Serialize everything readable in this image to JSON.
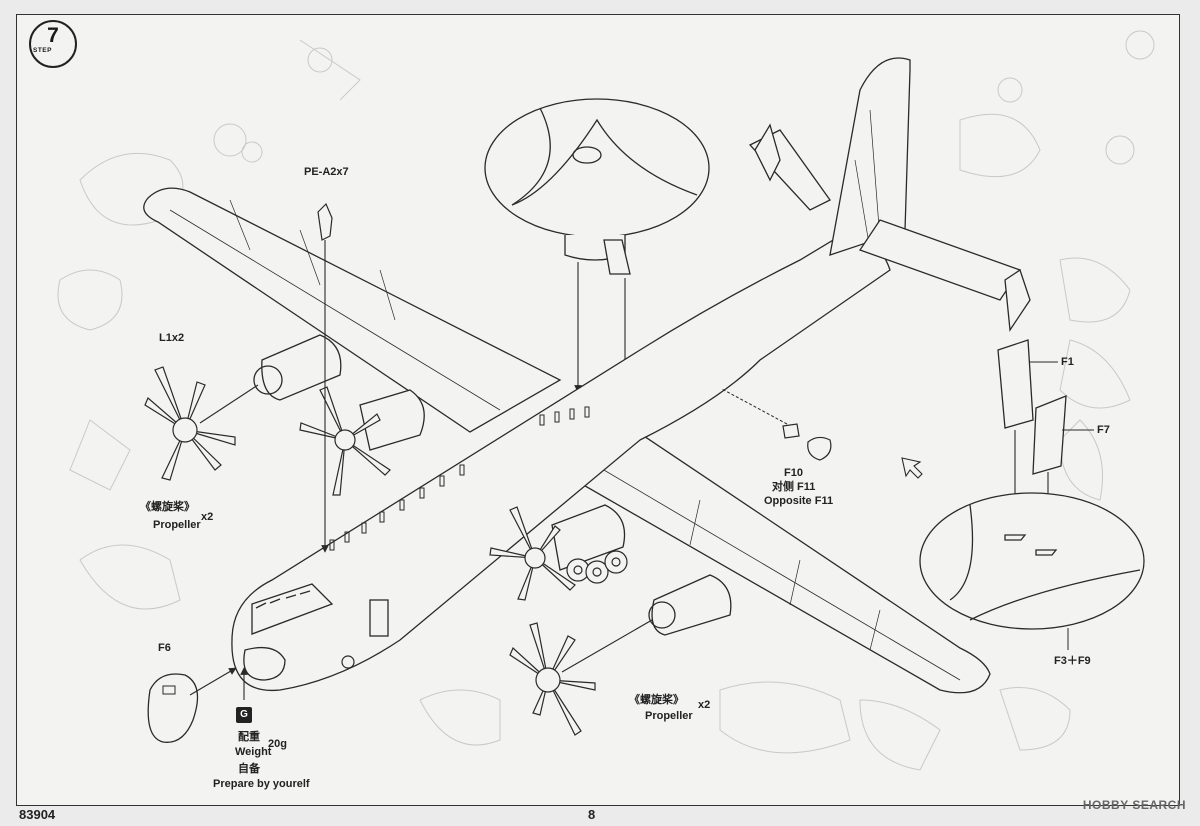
{
  "step": {
    "number": "7",
    "word": "STEP"
  },
  "footer": {
    "code": "83904",
    "page": "8"
  },
  "watermark": "HOBBY SEARCH",
  "labels": {
    "pe_a2": "PE-A2x7",
    "l1": "L1x2",
    "prop_left_cn": "《螺旋桨》",
    "prop_left_qty": "x2",
    "prop_left_en": "Propeller",
    "prop_bottom_cn": "《螺旋桨》",
    "prop_bottom_qty": "x2",
    "prop_bottom_en": "Propeller",
    "f6": "F6",
    "weight_icon": "G",
    "weight_cn": "配重",
    "weight_amount": "20g",
    "weight_en": "Weight",
    "prepare_cn": "自备",
    "prepare_en": "Prepare by yourelf",
    "f10": "F10",
    "f11_cn": "对侧 F11",
    "f11_en": "Opposite F11",
    "f1": "F1",
    "f7": "F7",
    "f3_f9": "F3＋F9"
  },
  "colors": {
    "line": "#2a2a2a",
    "ghost": "#c9c9c9",
    "paper": "#f3f3f2"
  }
}
